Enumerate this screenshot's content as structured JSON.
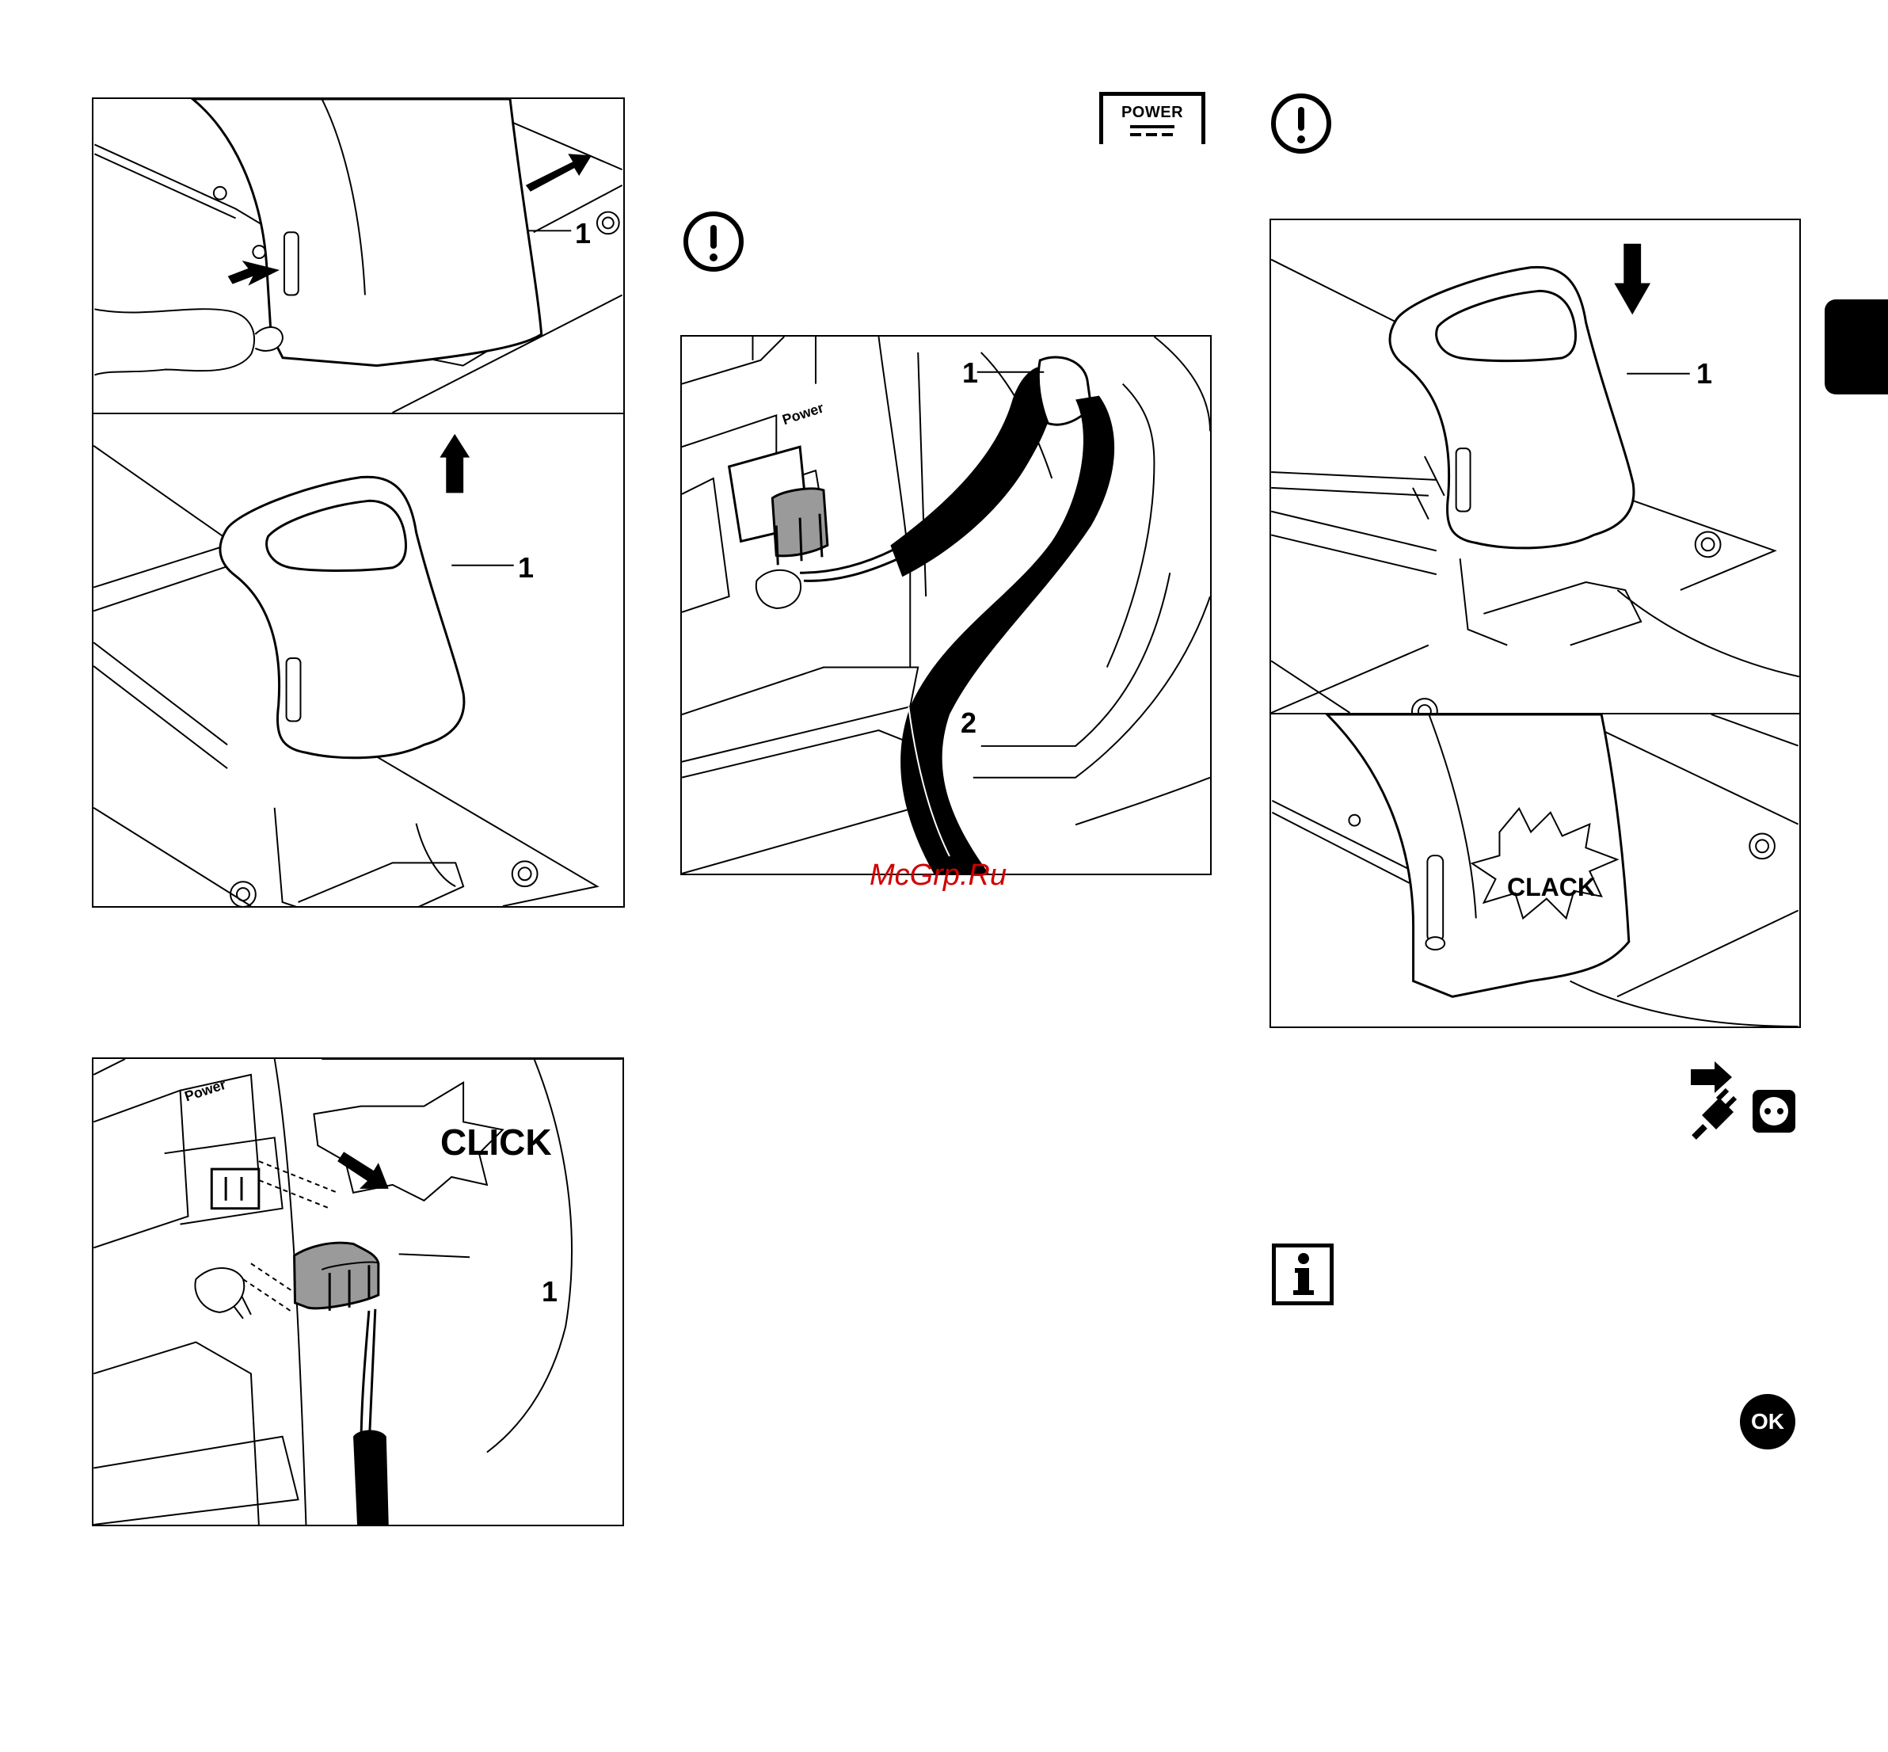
{
  "symbols": {
    "power_label": "POWER",
    "ok_label": "OK"
  },
  "watermark": "McGrp.Ru",
  "panels": {
    "top_left_upper": {
      "callout_1": "1"
    },
    "top_left_lower": {
      "callout_1": "1"
    },
    "bottom_left": {
      "callout_1": "1",
      "sound": "CLICK",
      "power_plate": "Power"
    },
    "middle": {
      "callout_1": "1",
      "callout_2": "2",
      "power_plate": "Power"
    },
    "right_upper": {
      "callout_1": "1"
    },
    "right_lower": {
      "sound": "CLACK"
    }
  }
}
